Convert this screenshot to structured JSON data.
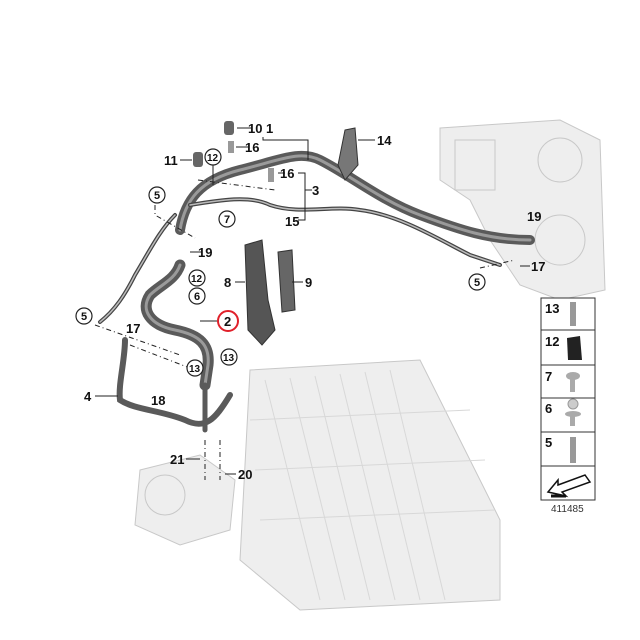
{
  "diagram": {
    "title": "A/C refrigerant lines parts diagram",
    "callouts": {
      "c1": "1",
      "c2": "2",
      "c3": "3",
      "c4": "4",
      "c5a": "5",
      "c5b": "5",
      "c5c": "5",
      "c6": "6",
      "c7": "7",
      "c8": "8",
      "c9": "9",
      "c10": "10",
      "c11": "11",
      "c12a": "12",
      "c12b": "12",
      "c13a": "13",
      "c13b": "13",
      "c14": "14",
      "c15": "15",
      "c16a": "16",
      "c16b": "16",
      "c17a": "17",
      "c17b": "17",
      "c18": "18",
      "c19a": "19",
      "c19b": "19",
      "c20": "20",
      "c21": "21"
    },
    "highlighted_callout": "2",
    "highlight_color": "#e0202a",
    "legend": [
      "13",
      "12",
      "7",
      "6",
      "5"
    ],
    "reference_number": "411485"
  }
}
